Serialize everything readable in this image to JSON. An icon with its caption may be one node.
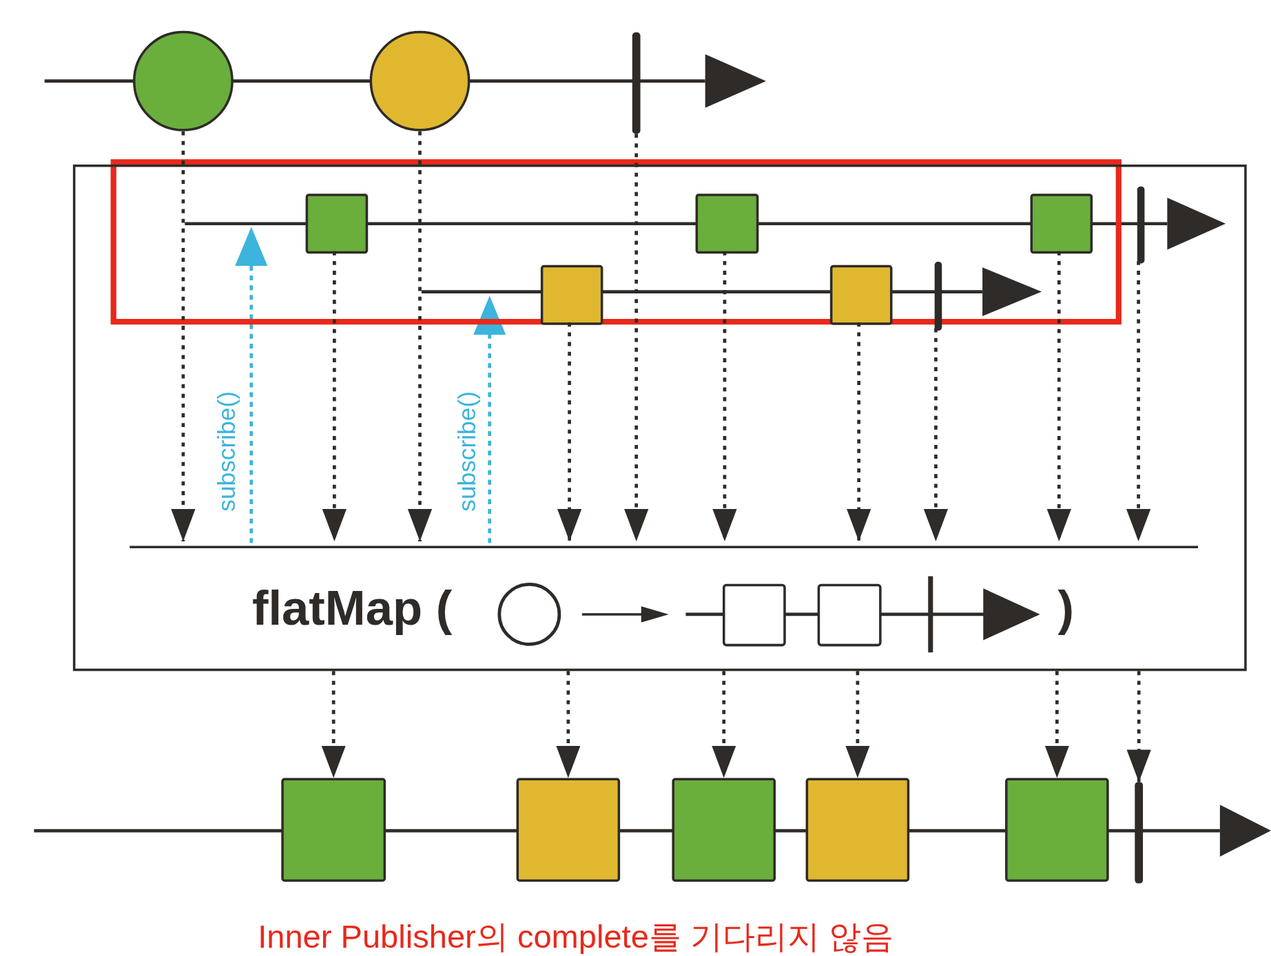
{
  "diagram": {
    "caption": "Inner Publisher의 complete를 기다리지 않음",
    "nodes": [
      {
        "text": [],
        "shape": "circle"
      },
      {
        "text": [],
        "shape": "circle"
      },
      {
        "text": [],
        "shape": "bar"
      },
      {
        "text": [
          "flatMap (",
          ")"
        ]
      },
      {
        "text": [],
        "shape": "box",
        "in": 3
      },
      {
        "text": [],
        "shape": "box",
        "in": 3
      },
      {
        "text": [],
        "shape": "box",
        "in": 3
      },
      {
        "text": [],
        "shape": "bar",
        "in": 3
      },
      {
        "text": [],
        "shape": "box",
        "in": 3
      },
      {
        "text": [],
        "shape": "box",
        "in": 3
      },
      {
        "text": [],
        "shape": "bar",
        "in": 3
      },
      {
        "text": [],
        "shape": "box"
      },
      {
        "text": [],
        "shape": "box"
      },
      {
        "text": [],
        "shape": "box"
      },
      {
        "text": [],
        "shape": "box"
      },
      {
        "text": [],
        "shape": "box"
      },
      {
        "text": [],
        "shape": "bar"
      }
    ],
    "edges": [
      {
        "from": 0,
        "to": null,
        "arrow": "to",
        "style": "dashed"
      },
      {
        "from": 4,
        "to": null,
        "arrow": "to",
        "style": "dashed"
      },
      {
        "from": 1,
        "to": null,
        "arrow": "to",
        "style": "dashed"
      },
      {
        "from": 8,
        "to": null,
        "arrow": "to",
        "style": "dashed"
      },
      {
        "from": 2,
        "to": null,
        "arrow": "to",
        "style": "dashed"
      },
      {
        "from": 5,
        "to": null,
        "arrow": "to",
        "style": "dashed"
      },
      {
        "from": 9,
        "to": null,
        "arrow": "to",
        "style": "dashed"
      },
      {
        "from": 10,
        "to": null,
        "arrow": "to",
        "style": "dashed"
      },
      {
        "from": 6,
        "to": null,
        "arrow": "to",
        "style": "dashed"
      },
      {
        "from": 7,
        "to": null,
        "arrow": "to",
        "style": "dashed"
      },
      {
        "from": 3,
        "to": 11,
        "arrow": "to",
        "style": "dashed"
      },
      {
        "from": 3,
        "to": 12,
        "arrow": "to",
        "style": "dashed"
      },
      {
        "from": 3,
        "to": 13,
        "arrow": "to",
        "style": "dashed"
      },
      {
        "from": 3,
        "to": 14,
        "arrow": "to",
        "style": "dashed"
      },
      {
        "from": 3,
        "to": 15,
        "arrow": "to",
        "style": "dashed"
      },
      {
        "from": 3,
        "to": 16,
        "arrow": "to",
        "style": "dashed"
      }
    ],
    "labels": [
      "subscribe()",
      "subscribe()"
    ]
  }
}
